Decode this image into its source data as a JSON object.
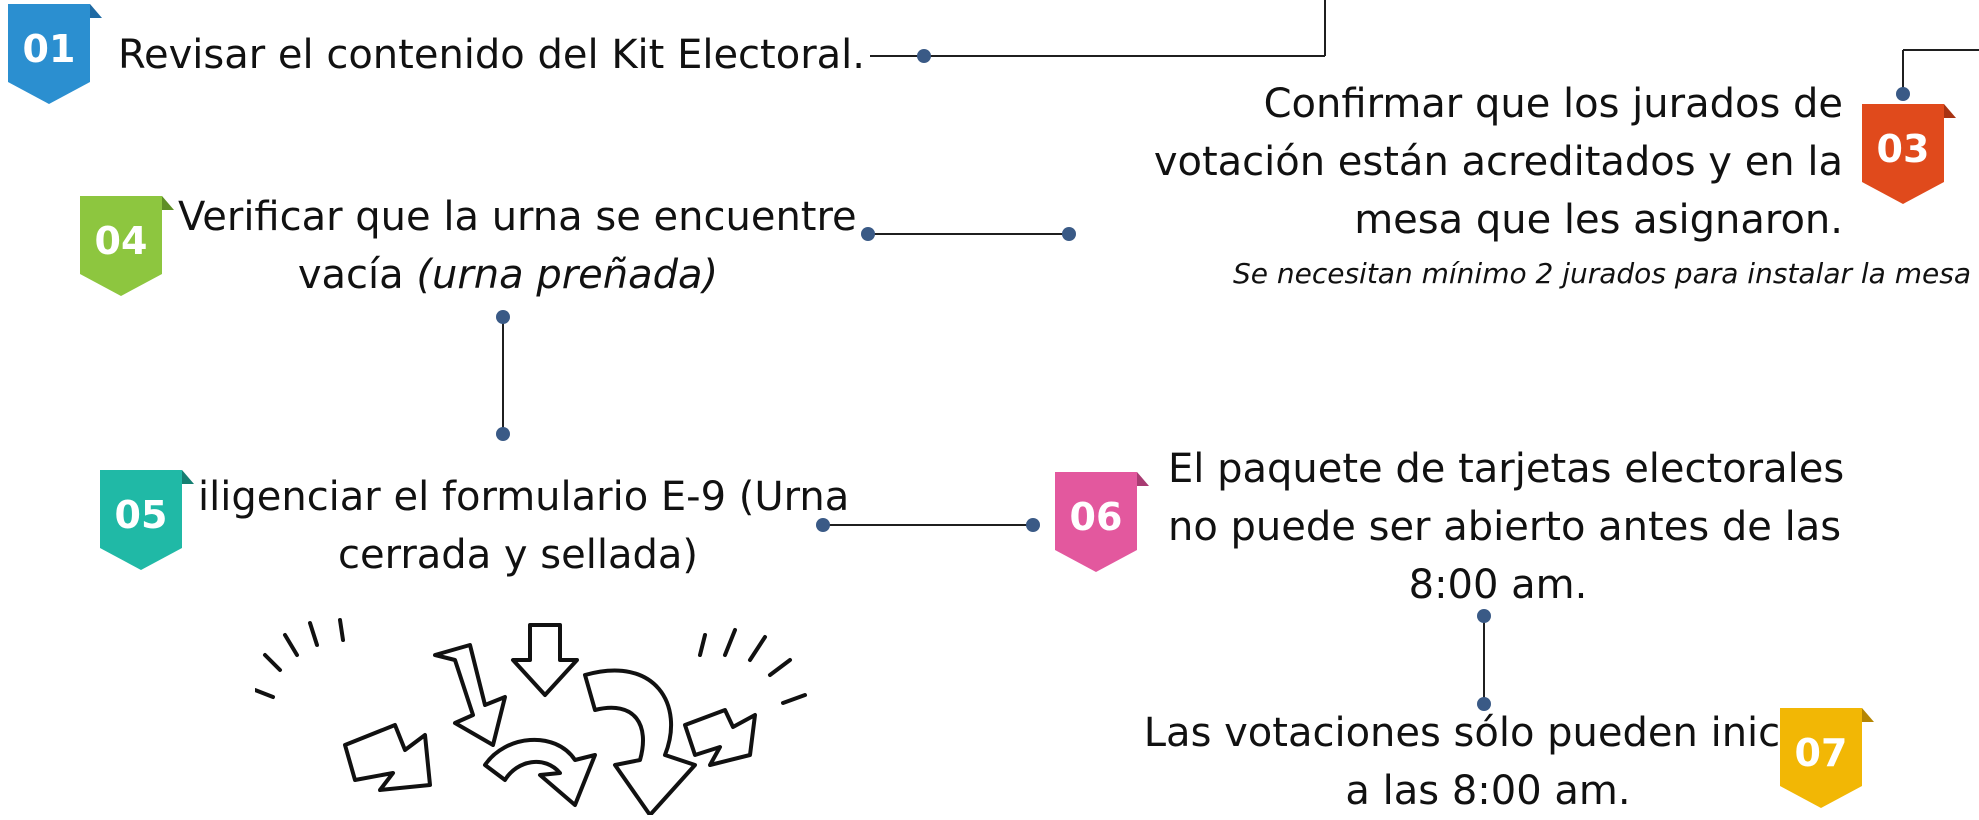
{
  "steps": [
    {
      "num": "01",
      "text": "Revisar el contenido del Kit Electoral.",
      "color": "#2b8fd0",
      "shade": "#1f6aa3"
    },
    {
      "num": "03",
      "line1": "Confirmar que los jurados de",
      "line2": "votación están acreditados y en la",
      "line3": "mesa que les asignaron.",
      "note": "Se necesitan mínimo 2 jurados para instalar la mesa",
      "color": "#e04a1c",
      "shade": "#a83312"
    },
    {
      "num": "04",
      "line1": "Verificar que la urna se encuentre",
      "line2_plain": "vacía ",
      "line2_italic": "(urna preñada)",
      "color": "#8dc63f",
      "shade": "#5f8f25"
    },
    {
      "num": "05",
      "line1": "iligenciar el formulario E-9 (Urna",
      "line2": "cerrada y sellada)",
      "color": "#20b9a6",
      "shade": "#157f72"
    },
    {
      "num": "06",
      "line1": "El paquete de tarjetas electorales",
      "line2": "no puede ser abierto antes de las",
      "line3": "8:00 am.",
      "color": "#e3589e",
      "shade": "#a83b72"
    },
    {
      "num": "07",
      "line1": "Las votaciones sólo pueden iniciar",
      "line2": "a las 8:00 am.",
      "color": "#f2b705",
      "shade": "#b58603"
    }
  ],
  "colors": {
    "connector": "#1f1f1f",
    "dot": "#3a5a86"
  },
  "illustration": "hand-drawn-converging-arrows"
}
